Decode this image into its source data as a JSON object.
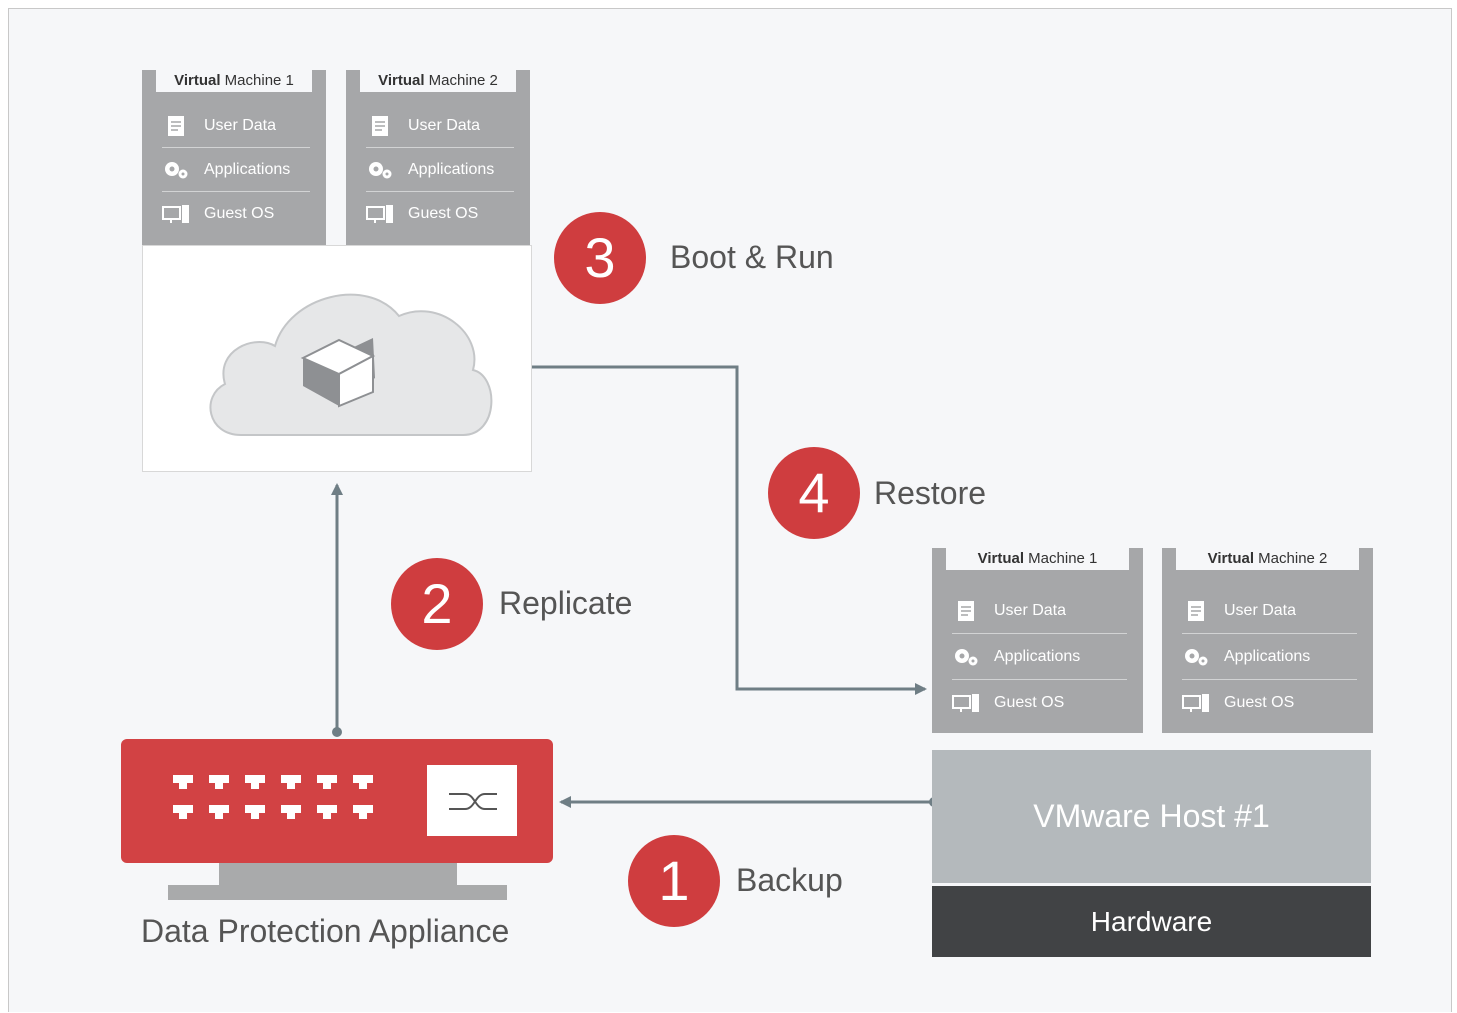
{
  "top_vms": [
    {
      "title_bold": "Virtual",
      "title_rest": " Machine 1",
      "rows": [
        "User Data",
        "Applications",
        "Guest OS"
      ]
    },
    {
      "title_bold": "Virtual",
      "title_rest": " Machine 2",
      "rows": [
        "User Data",
        "Applications",
        "Guest OS"
      ]
    }
  ],
  "bottom_vms": [
    {
      "title_bold": "Virtual",
      "title_rest": " Machine 1",
      "rows": [
        "User Data",
        "Applications",
        "Guest OS"
      ]
    },
    {
      "title_bold": "Virtual",
      "title_rest": " Machine 2",
      "rows": [
        "User Data",
        "Applications",
        "Guest OS"
      ]
    }
  ],
  "steps": [
    {
      "number": "1",
      "label": "Backup"
    },
    {
      "number": "2",
      "label": "Replicate"
    },
    {
      "number": "3",
      "label": "Boot & Run"
    },
    {
      "number": "4",
      "label": "Restore"
    }
  ],
  "host": {
    "label": "VMware Host #1",
    "hardware": "Hardware"
  },
  "appliance": {
    "caption": "Data Protection Appliance"
  },
  "colors": {
    "accent_red": "#cf3d3f",
    "vm_gray": "#a6a7a9",
    "connector": "#6f7e85"
  }
}
